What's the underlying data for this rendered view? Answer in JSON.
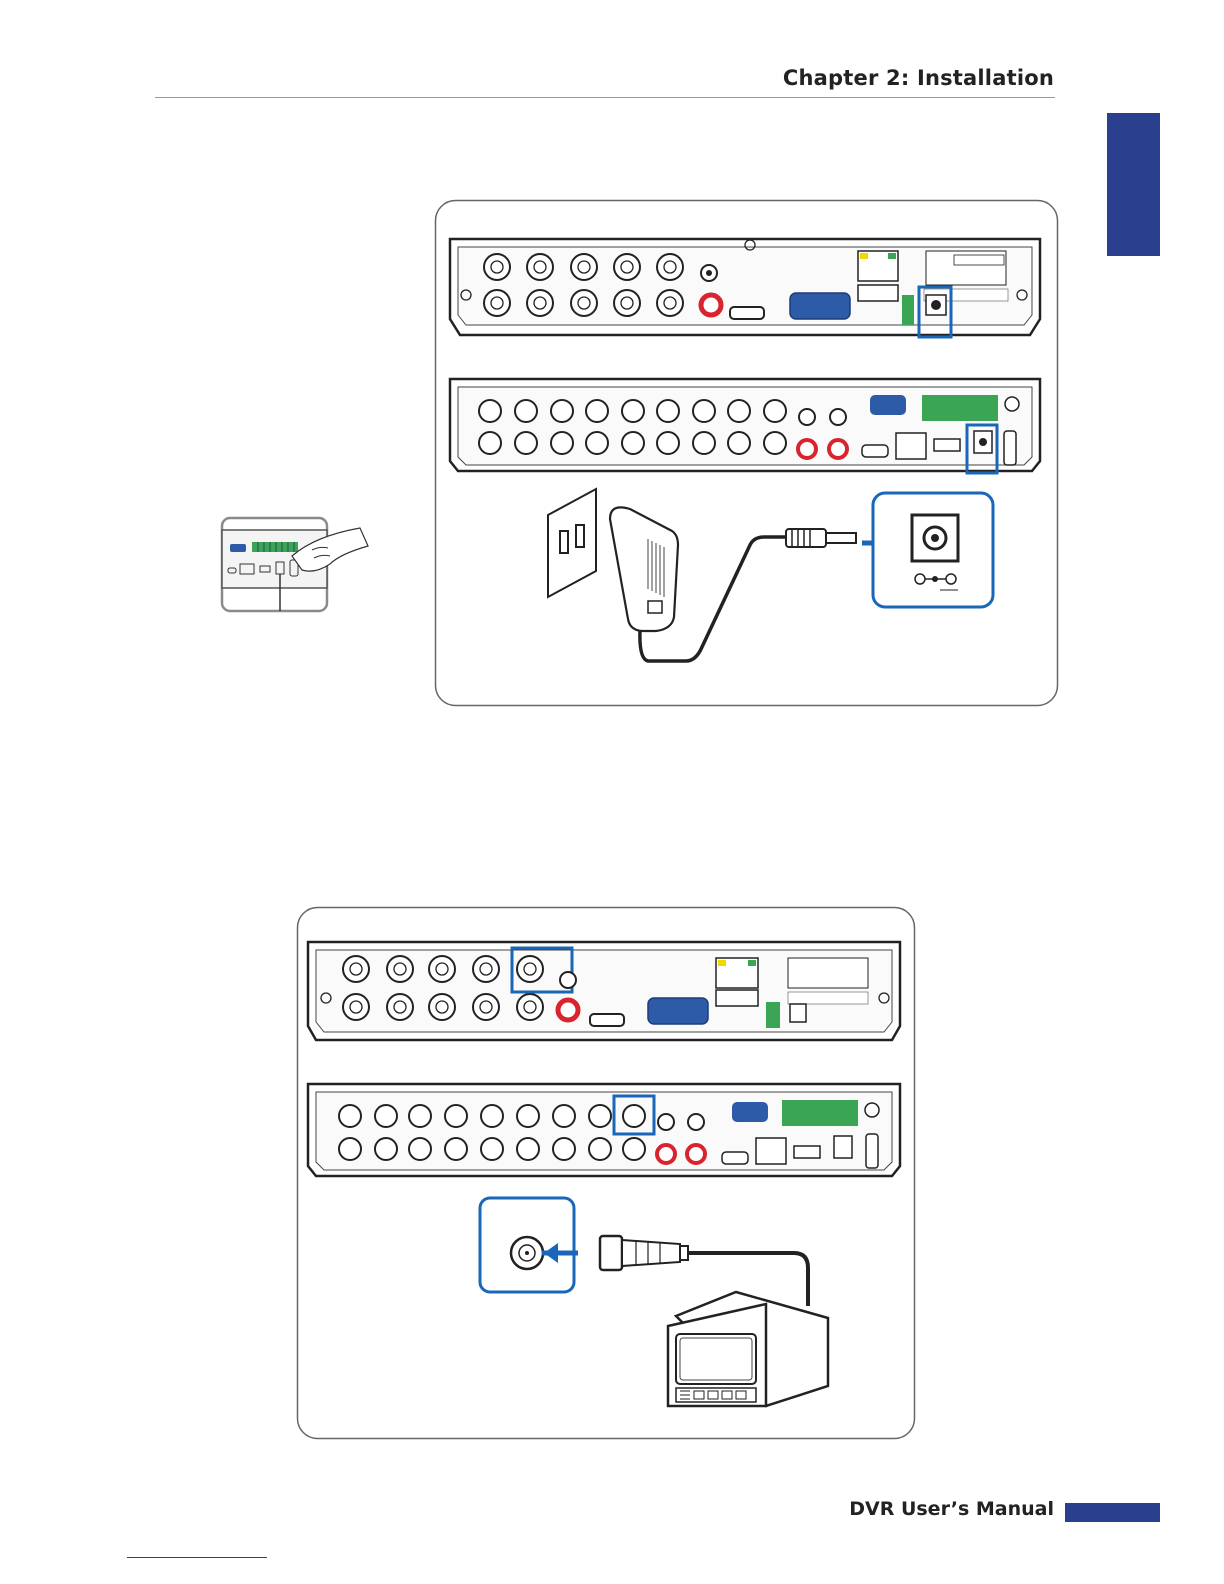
{
  "header": {
    "chapter_title": "Chapter 2: Installation"
  },
  "footer": {
    "manual_title": "DVR User’s Manual"
  },
  "colors": {
    "accent": "#2b3f8f",
    "highlight": "#1a66b8",
    "audio_red": "#d7242f",
    "vga_blue": "#2e5ba8",
    "terminal_green": "#3aa655"
  },
  "figures": {
    "power": {
      "icons": [
        "dvr-8ch-rear-panel",
        "dvr-16ch-rear-panel",
        "wall-outlet-icon",
        "power-adapter-icon",
        "dc-jack-icon",
        "hand-icon"
      ]
    },
    "monitor": {
      "icons": [
        "dvr-8ch-rear-panel",
        "dvr-16ch-rear-panel",
        "bnc-connector-icon",
        "crt-monitor-icon"
      ]
    }
  }
}
